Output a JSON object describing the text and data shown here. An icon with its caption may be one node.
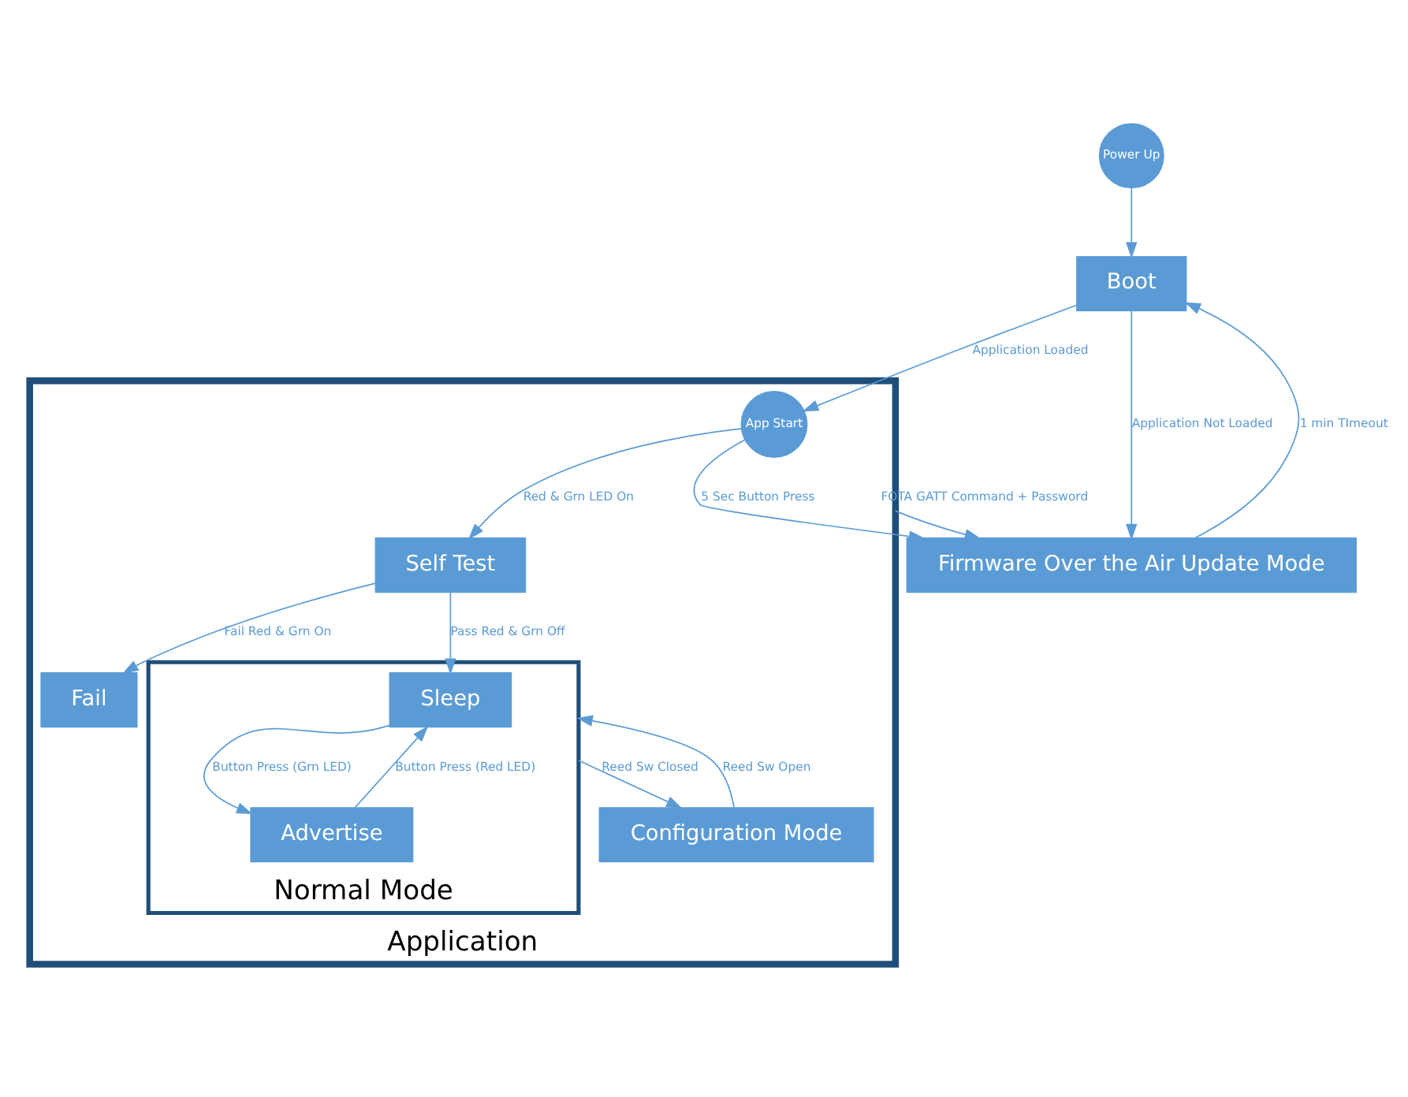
{
  "diagram": {
    "nodes": [
      {
        "text": [
          "Boot"
        ]
      },
      {
        "text": [
          "Power Up"
        ]
      },
      {
        "text": [
          "Firmware Over the Air Update Mode"
        ]
      },
      {
        "text": [
          "Application"
        ]
      },
      {
        "text": [
          "App Start"
        ],
        "in": 3
      },
      {
        "text": [
          "Self Test"
        ],
        "in": 3
      },
      {
        "text": [
          "Fail"
        ],
        "in": 3
      },
      {
        "text": [
          "Normal Mode"
        ],
        "in": 3
      },
      {
        "text": [
          "Sleep"
        ],
        "in": 7
      },
      {
        "text": [
          "Advertise"
        ],
        "in": 7
      },
      {
        "text": [
          "Configuration Mode"
        ],
        "in": 3
      }
    ],
    "edges": [
      {
        "from": 1,
        "to": 0,
        "arrow": "to"
      },
      {
        "from": 2,
        "to": 0,
        "arrow": "to",
        "label": "1 min TImeout"
      },
      {
        "from": 0,
        "to": 2,
        "arrow": "to",
        "label": "Application Not Loaded"
      },
      {
        "from": 0,
        "to": 4,
        "arrow": "to",
        "label": "Application Loaded"
      },
      {
        "from": 4,
        "to": 5,
        "arrow": "to",
        "label": "Red & Grn LED On"
      },
      {
        "from": 4,
        "to": 2,
        "arrow": "to",
        "label": "5 Sec Button Press"
      },
      {
        "from": 5,
        "to": 8,
        "arrow": "to",
        "label": "Pass Red & Grn Off"
      },
      {
        "from": 5,
        "to": 6,
        "arrow": "to",
        "label": "Fail Red & Grn On"
      },
      {
        "from": 8,
        "to": 9,
        "arrow": "to",
        "label": "Button Press (Grn LED)"
      },
      {
        "from": 9,
        "to": 8,
        "arrow": "to",
        "label": "Button Press (Red LED)"
      },
      {
        "from": 7,
        "to": 10,
        "arrow": "to",
        "label": "Reed Sw Closed"
      },
      {
        "from": 10,
        "to": 7,
        "arrow": "to",
        "label": "Reed Sw Open"
      },
      {
        "from": 3,
        "to": 2,
        "arrow": "to",
        "label": "FOTA GATT Command + Password"
      }
    ]
  }
}
